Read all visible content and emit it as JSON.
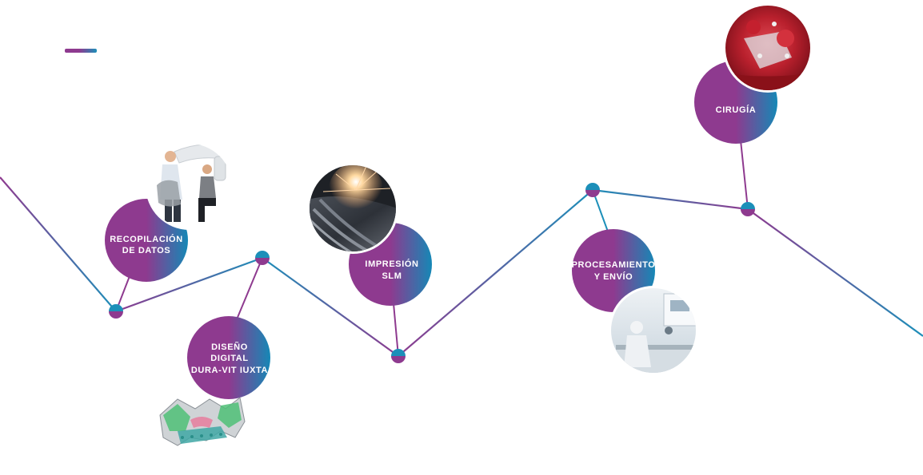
{
  "colors": {
    "purple": "#8e3a8f",
    "blue": "#1c8fb9",
    "background": "#ffffff"
  },
  "steps": [
    {
      "id": "recopilacion",
      "label_lines": [
        "RECOPILACIÓN",
        "DE DATOS"
      ],
      "photo": "patient-scan-photo"
    },
    {
      "id": "diseno",
      "label_lines": [
        "DISEÑO",
        "DIGITAL",
        "DURA-VIT IUXTA"
      ],
      "photo": "implant-3d-model"
    },
    {
      "id": "impresion",
      "label_lines": [
        "IMPRESIÓN",
        "SLM"
      ],
      "photo": "laser-printing-photo"
    },
    {
      "id": "procesamiento",
      "label_lines": [
        "PROCESAMIENTO",
        "Y ENVÍO"
      ],
      "photo": "cleanroom-photo"
    },
    {
      "id": "cirugia",
      "label_lines": [
        "CIRUGÍA"
      ],
      "photo": "surgery-photo"
    }
  ]
}
